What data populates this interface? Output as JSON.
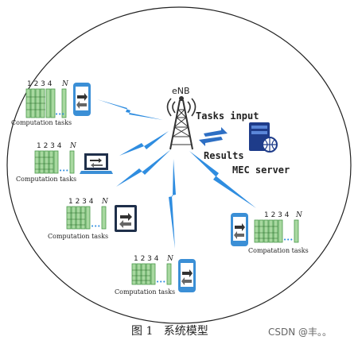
{
  "labels": {
    "enb": "eNB",
    "tasks_input": "Tasks input",
    "results": "Results",
    "mec_server": "MEC server",
    "task_indices": "1 2 3 4",
    "task_n": "N"
  },
  "clusters": [
    {
      "caption": "Computation tasks",
      "device": "phone"
    },
    {
      "caption": "Computation tasks",
      "device": "laptop"
    },
    {
      "caption": "Computation tasks",
      "device": "tablet"
    },
    {
      "caption": "Computation tasks",
      "device": "phone"
    },
    {
      "caption": "Compatation tasks",
      "device": "phone"
    }
  ],
  "figure_caption": "图 1   系统模型",
  "watermark": "CSDN @丰。。",
  "colors": {
    "link": "#2f8de0",
    "device": "#3b8fd6",
    "task_fill": "#a8d8a0",
    "task_stroke": "#4a9a4a",
    "server": "#1e3c8a",
    "arrow": "#2d6fc4"
  },
  "icons": [
    "phone-icon",
    "laptop-icon",
    "tablet-icon",
    "cell-tower-icon",
    "server-icon",
    "exchange-arrows-icon"
  ]
}
